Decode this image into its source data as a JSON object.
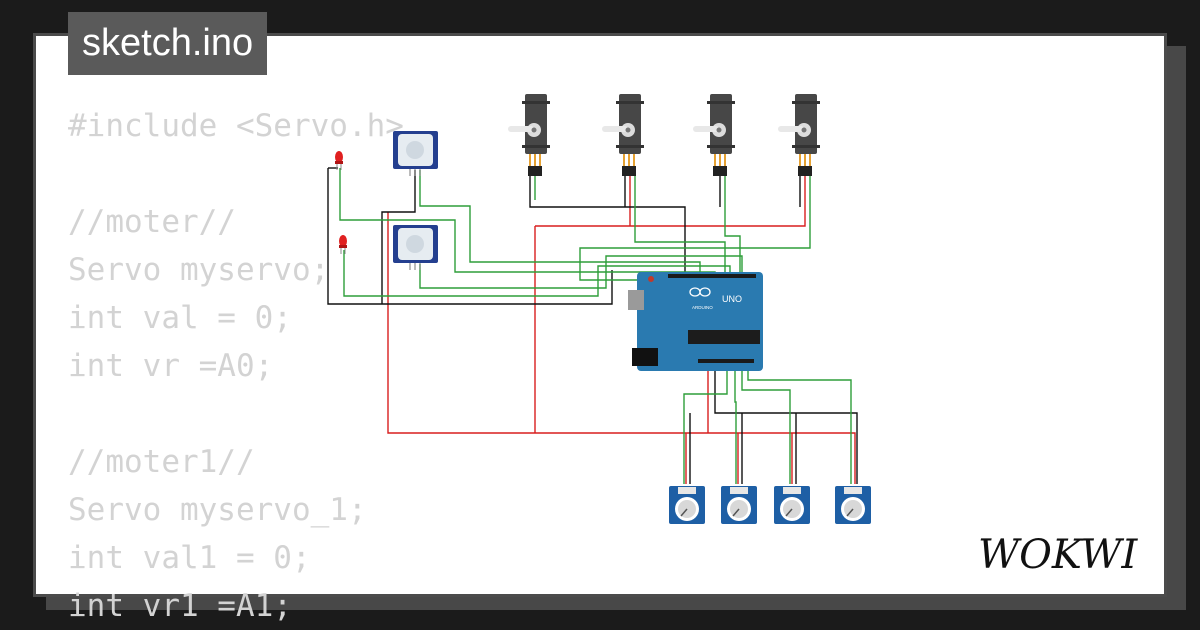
{
  "title": "sketch.ino",
  "code_lines": [
    "#include <Servo.h>",
    "",
    "//moter//",
    "Servo myservo;",
    "int val = 0;",
    "int vr =A0;",
    "",
    "//moter1//",
    "Servo myservo_1;",
    "int val1 = 0;",
    "int vr1 =A1;"
  ],
  "board": {
    "brand": "ARDUINO",
    "model": "UNO"
  },
  "logo": "WOKWI",
  "colors": {
    "wire_red": "#d81e1e",
    "wire_green": "#2e9e3a",
    "wire_black": "#111111",
    "board_blue": "#2a7ab0",
    "pot_blue": "#1e5fa5"
  }
}
